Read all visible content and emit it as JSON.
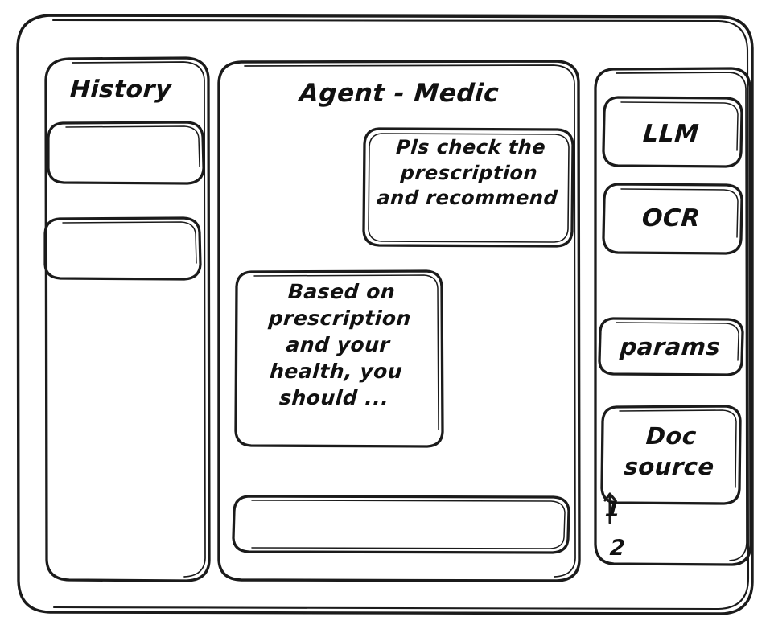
{
  "app": {
    "style": "hand-drawn-wireframe",
    "stroke_color": "#1b1b1b",
    "background_color": "#ffffff"
  },
  "sidebar_left": {
    "title": "History",
    "items": [
      {
        "label": ""
      },
      {
        "label": ""
      }
    ]
  },
  "main": {
    "title": "Agent - Medic",
    "messages": [
      {
        "role": "user",
        "text": "Pls check the\nprescription\nand recommend"
      },
      {
        "role": "assistant",
        "text": "Based on\nprescription\nand your\nhealth, you\nshould ..."
      }
    ],
    "composer": {
      "value": "",
      "placeholder": ""
    }
  },
  "sidebar_right": {
    "tools": [
      {
        "label": "LLM"
      },
      {
        "label": "OCR"
      },
      {
        "label": "params"
      },
      {
        "label": "Doc\nsource"
      }
    ],
    "doc_list": [
      {
        "label": "1"
      },
      {
        "label": "2"
      }
    ]
  }
}
